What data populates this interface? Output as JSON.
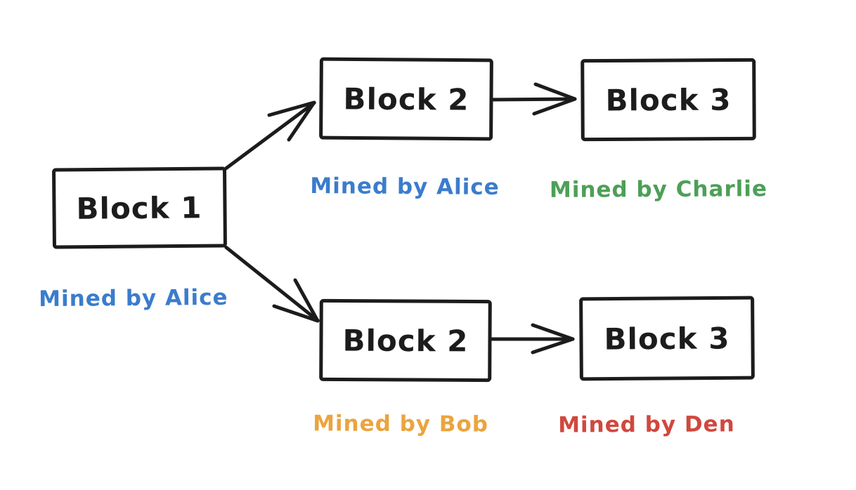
{
  "canvas": {
    "background": "#ffffff",
    "ink_color": "#1c1c1c"
  },
  "nodes": {
    "block1": {
      "label": "Block 1"
    },
    "block2_top": {
      "label": "Block 2"
    },
    "block3_top": {
      "label": "Block 3"
    },
    "block2_bottom": {
      "label": "Block 2"
    },
    "block3_bottom": {
      "label": "Block 3"
    }
  },
  "miners": {
    "block1": {
      "text": "Mined by Alice",
      "color": "#3b7ccc"
    },
    "block2_top": {
      "text": "Mined by Alice",
      "color": "#3b7ccc"
    },
    "block3_top": {
      "text": "Mined by Charlie",
      "color": "#4d9f57"
    },
    "block2_bottom": {
      "text": "Mined by Bob",
      "color": "#eba43e"
    },
    "block3_bottom": {
      "text": "Mined by Den",
      "color": "#d0483e"
    }
  },
  "edges": [
    {
      "from": "block1",
      "to": "block2_top"
    },
    {
      "from": "block1",
      "to": "block2_bottom"
    },
    {
      "from": "block2_top",
      "to": "block3_top"
    },
    {
      "from": "block2_bottom",
      "to": "block3_bottom"
    }
  ]
}
